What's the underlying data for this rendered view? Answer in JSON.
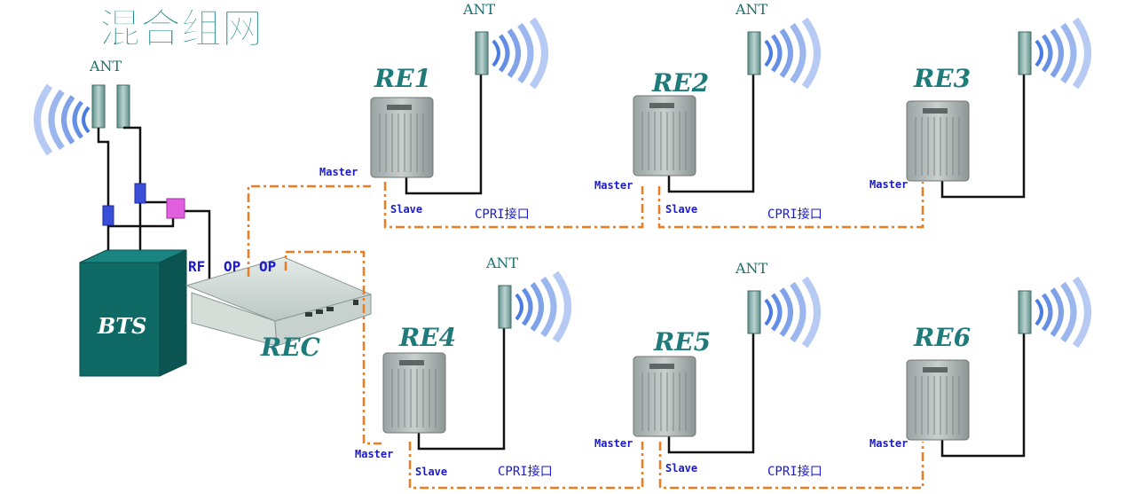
{
  "title": "混合组网",
  "bts": {
    "label": "BTS"
  },
  "rec": {
    "label": "REC",
    "rf_port": "RF",
    "op_port_1": "OP",
    "op_port_2": "OP"
  },
  "antenna_label": "ANT",
  "ports": {
    "master": "Master",
    "slave": "Slave"
  },
  "cpri_label": "CPRI接口",
  "remote_units": [
    {
      "label": "RE1",
      "ant": "ANT"
    },
    {
      "label": "RE2",
      "ant": "ANT"
    },
    {
      "label": "RE3",
      "ant": ""
    },
    {
      "label": "RE4",
      "ant": "ANT"
    },
    {
      "label": "RE5",
      "ant": "ANT"
    },
    {
      "label": "RE6",
      "ant": ""
    }
  ],
  "colors": {
    "title": "#1f8a8a",
    "re_label": "#1f7a7a",
    "bts_body": "#0f6a66",
    "fiber": "#f07a20",
    "port_text": "#1a1acc",
    "coupler_blue": "#3a4fd8",
    "coupler_pink": "#e060e0",
    "wave": "#4a7be0"
  }
}
